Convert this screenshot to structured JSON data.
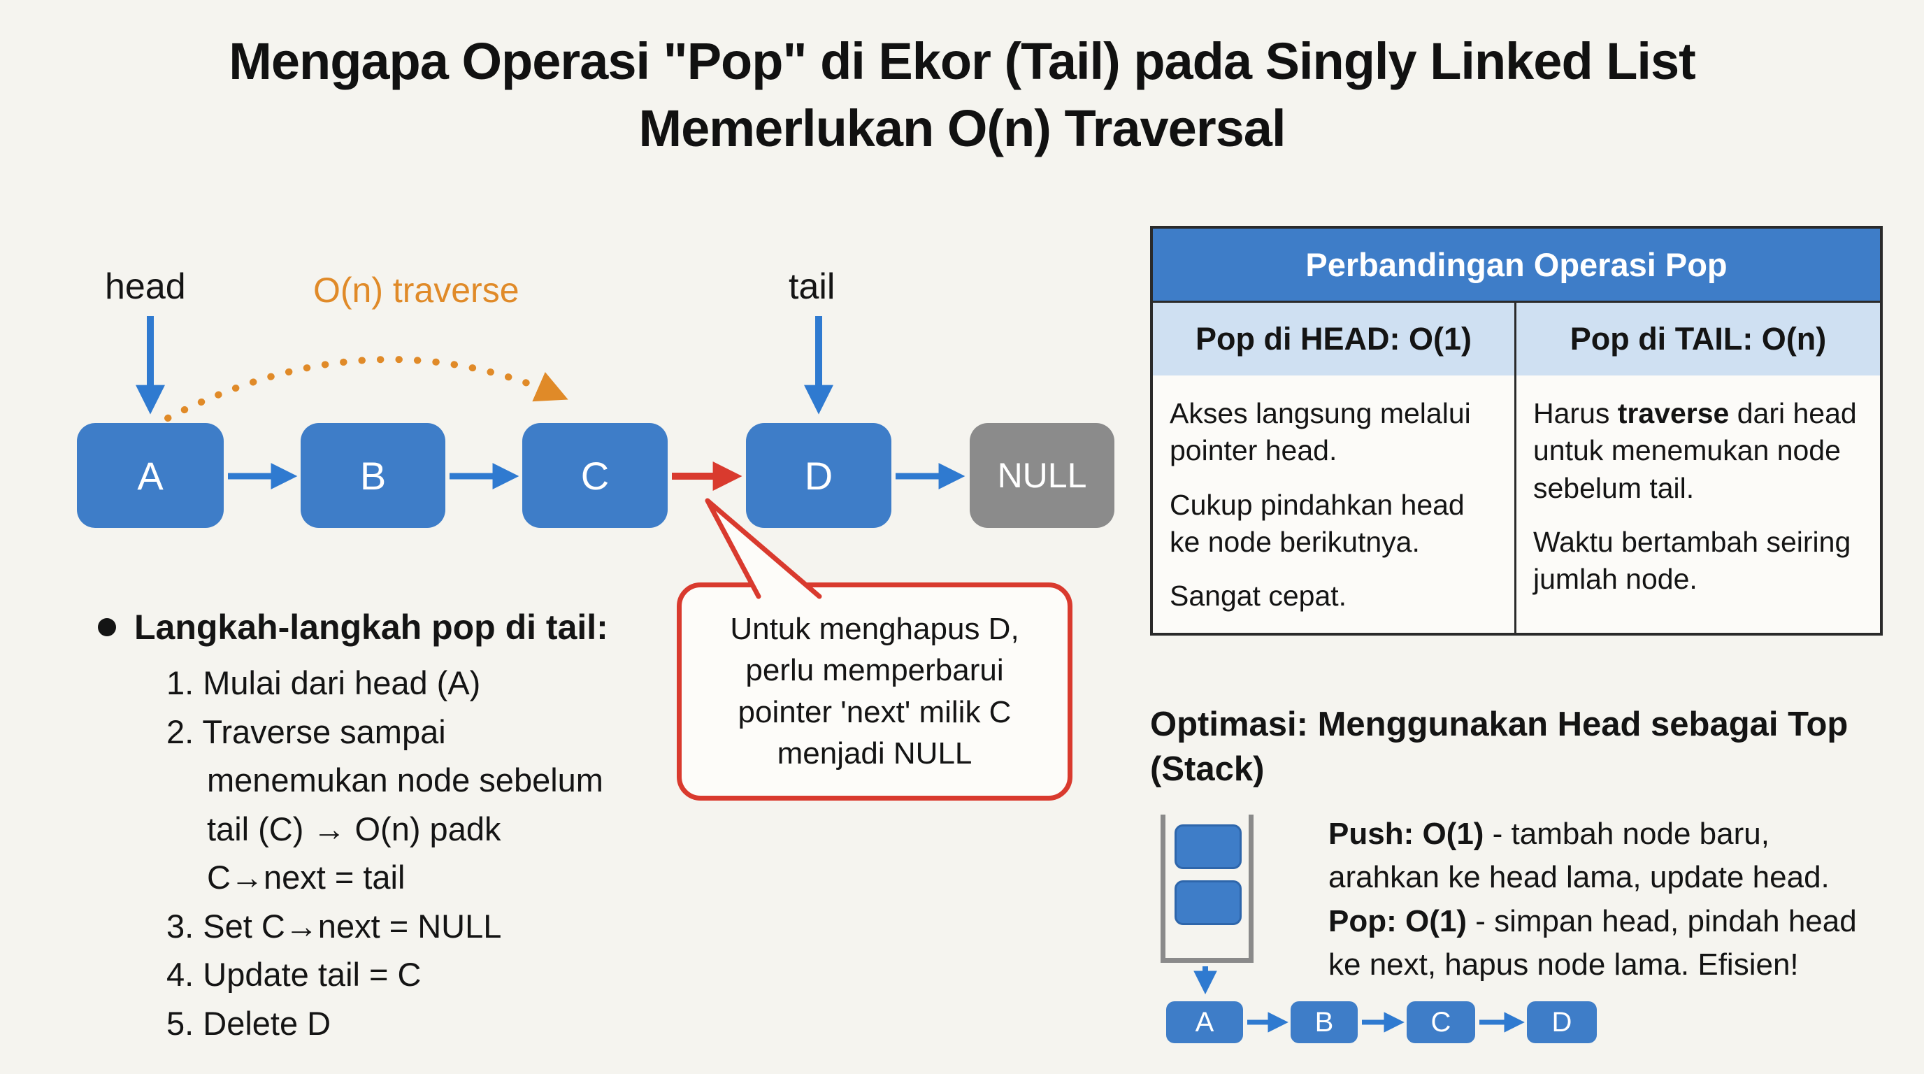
{
  "title": {
    "line1": "Mengapa Operasi \"Pop\" di Ekor (Tail) pada Singly Linked List",
    "line2": "Memerlukan O(n) Traversal"
  },
  "colors": {
    "node_blue": "#3e7dc8",
    "null_gray": "#8b8b8b",
    "arrow_blue": "#2f7ad0",
    "accent_orange": "#e08a28",
    "accent_red": "#d93a2e",
    "table_header_bg": "#3e7dc8",
    "table_subheader_bg": "#cfe0f2",
    "background": "#f5f4ef"
  },
  "diagram": {
    "head_label": "head",
    "traverse_label": "O(n) traverse",
    "tail_label": "tail",
    "nodes": [
      {
        "label": "A"
      },
      {
        "label": "B"
      },
      {
        "label": "C"
      },
      {
        "label": "D"
      },
      {
        "label": "NULL"
      }
    ],
    "bubble_text": "Untuk menghapus D, perlu memperbarui pointer 'next' milik C menjadi NULL"
  },
  "steps": {
    "heading": "Langkah-langkah pop di tail:",
    "items": [
      "1. Mulai dari head (A)",
      "2. Traverse sampai menemukan node sebelum tail (C) → O(n) padk C→next = tail",
      "3. Set C→next = NULL",
      "4. Update tail = C",
      "5. Delete D"
    ]
  },
  "comparison_table": {
    "title": "Perbandingan Operasi Pop",
    "head_column_header": "Pop di HEAD: O(1)",
    "tail_column_header": "Pop di TAIL: O(n)",
    "head_points": [
      "Akses langsung melalui pointer head.",
      "Cukup pindahkan head ke node berikutnya.",
      "Sangat cepat."
    ],
    "tail_point1_pre": "Harus ",
    "tail_point1_bold": "traverse",
    "tail_point1_post": " dari head untuk menemukan node sebelum tail.",
    "tail_point2": "Waktu bertambah seiring jumlah node."
  },
  "optimization": {
    "heading": "Optimasi: Menggunakan Head sebagai Top (Stack)",
    "push_bold": "Push: O(1)",
    "push_rest": " - tambah node baru, arahkan ke head lama, update head.",
    "pop_bold": "Pop: O(1)",
    "pop_rest": " - simpan head, pindah head ke next, hapus node lama. Efisien!",
    "stack_list_nodes": [
      "A",
      "B",
      "C",
      "D"
    ]
  }
}
